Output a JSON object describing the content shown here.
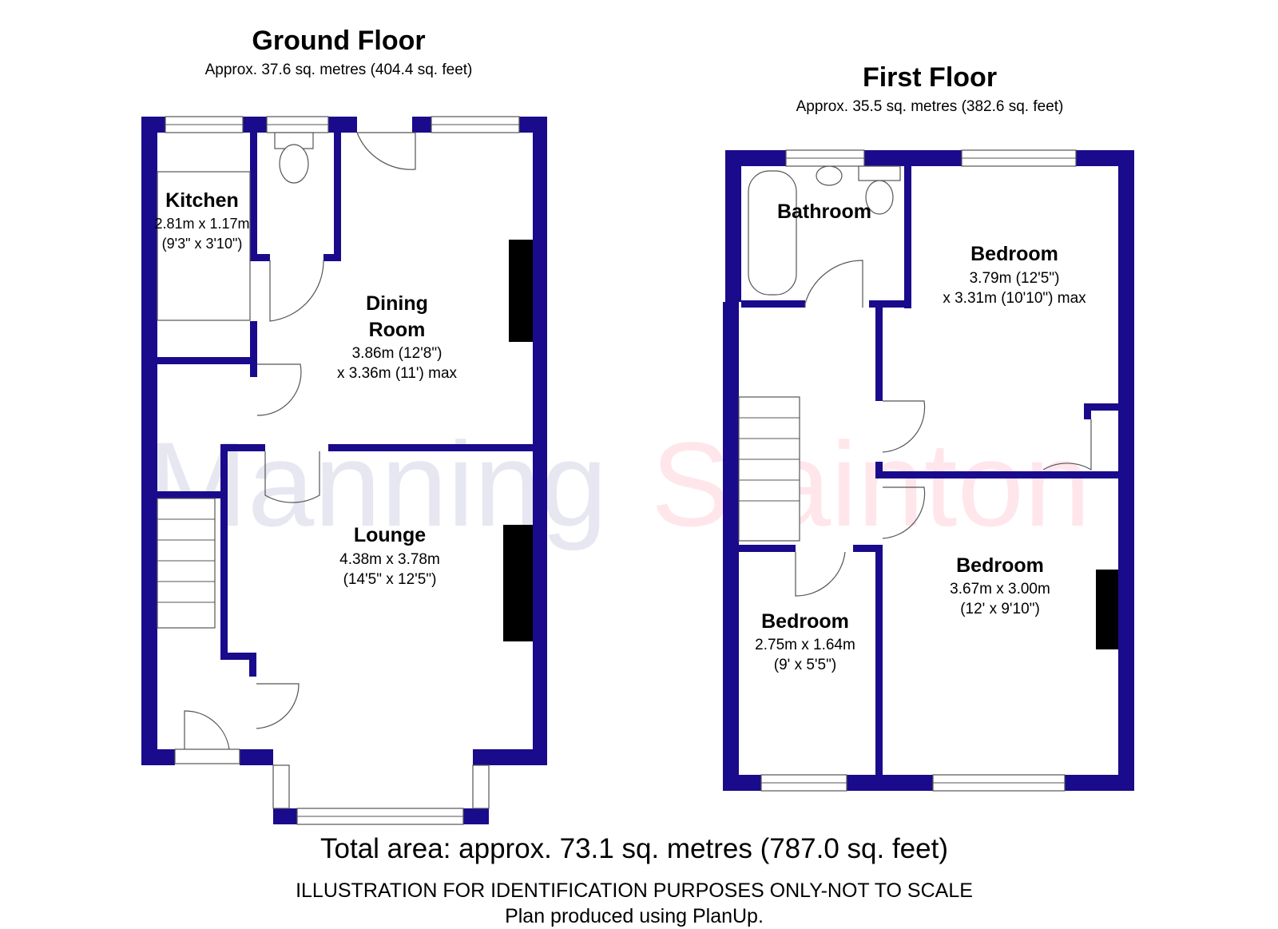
{
  "watermark": {
    "part1": "Manning",
    "part2": "Stainton"
  },
  "ground_floor": {
    "title": "Ground Floor",
    "area": "Approx. 37.6 sq. metres (404.4 sq. feet)",
    "rooms": {
      "kitchen": {
        "name": "Kitchen",
        "dim1": "2.81m x 1.17m",
        "dim2": "(9'3\" x 3'10\")"
      },
      "dining": {
        "name1": "Dining",
        "name2": "Room",
        "dim1": "3.86m (12'8\")",
        "dim2": "x 3.36m (11') max"
      },
      "lounge": {
        "name": "Lounge",
        "dim1": "4.38m x 3.78m",
        "dim2": "(14'5\" x 12'5\")"
      }
    }
  },
  "first_floor": {
    "title": "First Floor",
    "area": "Approx. 35.5 sq. metres (382.6 sq. feet)",
    "rooms": {
      "bathroom": {
        "name": "Bathroom"
      },
      "bedroom1": {
        "name": "Bedroom",
        "dim1": "3.79m (12'5\")",
        "dim2": "x 3.31m (10'10\") max"
      },
      "bedroom2": {
        "name": "Bedroom",
        "dim1": "3.67m x 3.00m",
        "dim2": "(12' x 9'10\")"
      },
      "bedroom3": {
        "name": "Bedroom",
        "dim1": "2.75m x 1.64m",
        "dim2": "(9' x 5'5\")"
      }
    }
  },
  "footer": {
    "total": "Total area: approx. 73.1 sq. metres (787.0 sq. feet)",
    "disclaimer": "ILLUSTRATION FOR IDENTIFICATION PURPOSES ONLY-NOT TO SCALE",
    "produced": "Plan produced using PlanUp."
  },
  "colors": {
    "wall": "#1a0a8c",
    "chimney": "#000000"
  }
}
